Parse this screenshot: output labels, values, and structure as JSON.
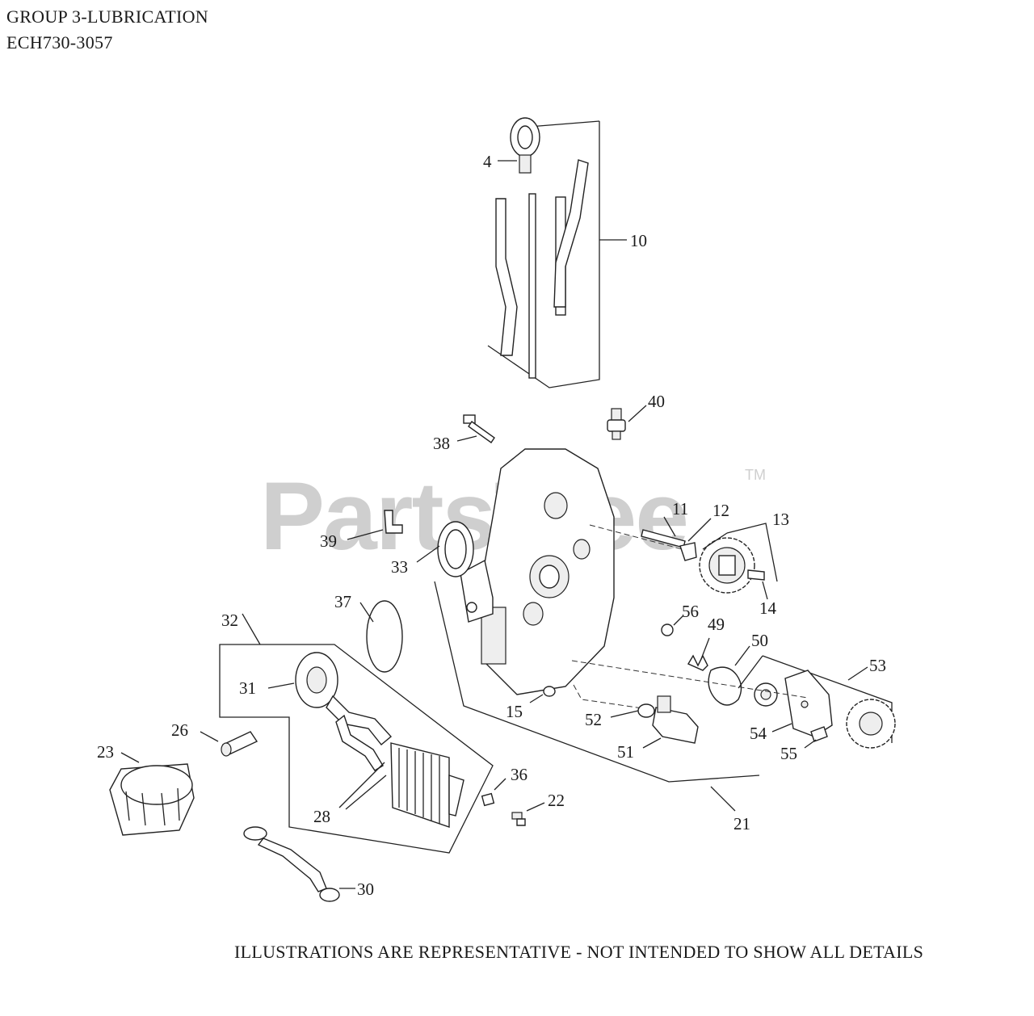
{
  "header": {
    "title": "GROUP 3-LUBRICATION",
    "model": "ECH730-3057"
  },
  "watermark": {
    "text": "PartsTree",
    "trademark": "TM"
  },
  "callouts": [
    "4",
    "10",
    "40",
    "38",
    "39",
    "33",
    "11",
    "12",
    "13",
    "14",
    "56",
    "49",
    "50",
    "37",
    "32",
    "31",
    "15",
    "52",
    "53",
    "26",
    "23",
    "54",
    "51",
    "55",
    "36",
    "22",
    "21",
    "28",
    "30"
  ],
  "footer": {
    "note": "ILLUSTRATIONS ARE REPRESENTATIVE - NOT INTENDED TO SHOW ALL DETAILS"
  }
}
